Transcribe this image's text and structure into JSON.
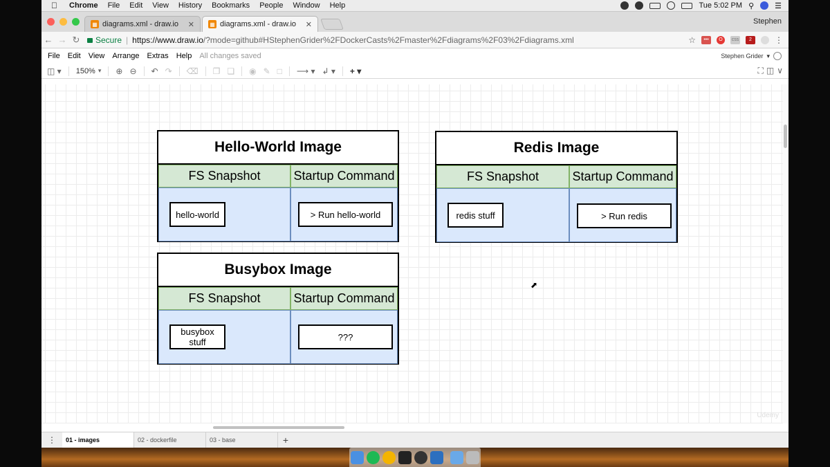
{
  "menubar": {
    "app": "Chrome",
    "items": [
      "File",
      "Edit",
      "View",
      "History",
      "Bookmarks",
      "People",
      "Window",
      "Help"
    ],
    "clock": "Tue 5:02 PM"
  },
  "browser": {
    "tabs": [
      {
        "title": "diagrams.xml - draw.io",
        "active": false
      },
      {
        "title": "diagrams.xml - draw.io",
        "active": true
      }
    ],
    "profile": "Stephen",
    "secure_label": "Secure",
    "url_host": "https://www.draw.io",
    "url_rest": "/?mode=github#HStephenGrider%2FDockerCasts%2Fmaster%2Fdiagrams%2F03%2Fdiagrams.xml"
  },
  "drawio": {
    "menu": [
      "File",
      "Edit",
      "View",
      "Arrange",
      "Extras",
      "Help"
    ],
    "status": "All changes saved",
    "user": "Stephen Grider",
    "zoom": "150%"
  },
  "diagram": {
    "images": [
      {
        "title": "Hello-World Image",
        "fs_header": "FS Snapshot",
        "cmd_header": "Startup Command",
        "fs_value": "hello-world",
        "cmd_value": "> Run hello-world"
      },
      {
        "title": "Redis Image",
        "fs_header": "FS Snapshot",
        "cmd_header": "Startup Command",
        "fs_value": "redis stuff",
        "cmd_value": "> Run redis"
      },
      {
        "title": "Busybox Image",
        "fs_header": "FS Snapshot",
        "cmd_header": "Startup Command",
        "fs_value": "busybox stuff",
        "cmd_value": "???"
      }
    ]
  },
  "pages": [
    "01 - images",
    "02 - dockerfile",
    "03 - base"
  ],
  "watermark": "Udemy",
  "colors": {
    "header_fill": "#d5e8d4",
    "header_border": "#82b366",
    "body_fill": "#dae8fc",
    "body_border": "#6c8ebf"
  }
}
